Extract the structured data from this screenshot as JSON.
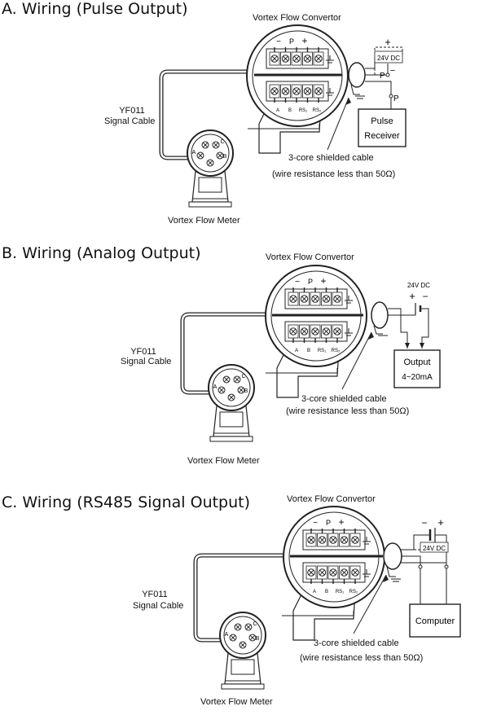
{
  "sections": [
    {
      "heading": "A. Wiring (Pulse Output)",
      "convertor": "Vortex Flow Convertor",
      "cable_code": "YF011",
      "cable_label": "Signal Cable",
      "meter": "Vortex Flow Meter",
      "shield_line1": "3-core shielded cable",
      "shield_line2": "(wire resistance less than 50Ω)",
      "device_line1": "Pulse",
      "device_line2": "Receiver",
      "supply": "24V DC"
    },
    {
      "heading": "B. Wiring (Analog Output)",
      "convertor": "Vortex Flow Convertor",
      "cable_code": "YF011",
      "cable_label": "Signal Cable",
      "meter": "Vortex Flow Meter",
      "shield_line1": "3-core shielded cable",
      "shield_line2": "(wire resistance less than 50Ω)",
      "device_line1": "Output",
      "device_line2": "4~20mA",
      "supply": "24V DC"
    },
    {
      "heading": "C. Wiring (RS485 Signal Output)",
      "convertor": "Vortex Flow Convertor",
      "cable_code": "YF011",
      "cable_label": "Signal Cable",
      "meter": "Vortex Flow Meter",
      "shield_line1": "3-core shielded cable",
      "shield_line2": "(wire resistance less than 50Ω)",
      "device_line1": "Computer",
      "supply": "24V DC"
    }
  ],
  "terminals": {
    "minus": "−",
    "p": "P",
    "plus": "+",
    "a": "A",
    "b": "B",
    "rs1": "RS₁",
    "rs2": "RS₂"
  },
  "meter_terminals": {
    "a": "A",
    "b": "B",
    "c": "C"
  },
  "pulse_pins": {
    "p_top": "P",
    "p_bottom": "P"
  },
  "polarity": {
    "plus": "+",
    "minus": "−"
  }
}
